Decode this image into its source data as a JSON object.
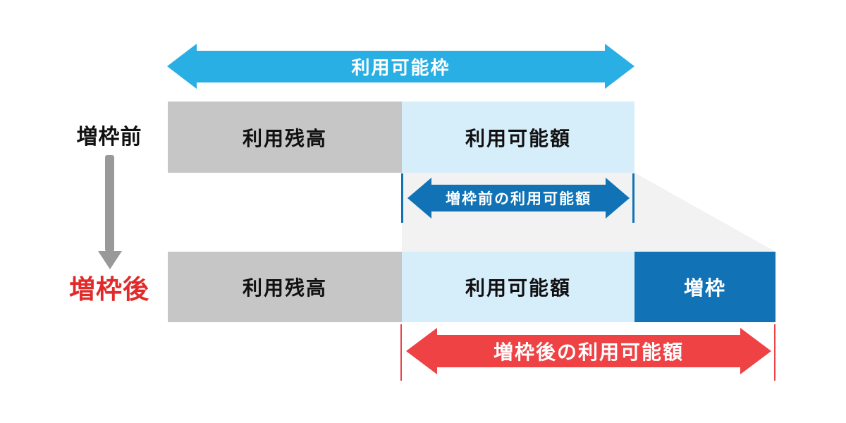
{
  "colors": {
    "cyan": "#29AFE4",
    "dark_blue": "#1173B5",
    "light_blue": "#D6EDFA",
    "bar_gray": "#C6C6C6",
    "connector_gray": "#F2F2F2",
    "arrow_gray": "#999999",
    "red": "#EE4245",
    "red_label": "#E12B2B",
    "text_dark": "#111111",
    "text_white": "#FFFFFF"
  },
  "top_arrow": {
    "label": "利用可能枠"
  },
  "before_row": {
    "row_label": "増枠前",
    "balance_bar": "利用残高",
    "available_bar": "利用可能額",
    "range_arrow": "増枠前の利用可能額"
  },
  "after_row": {
    "row_label": "増枠後",
    "balance_bar": "利用残高",
    "available_bar": "利用可能額",
    "increase_bar": "増枠",
    "range_arrow": "増枠後の利用可能額"
  }
}
